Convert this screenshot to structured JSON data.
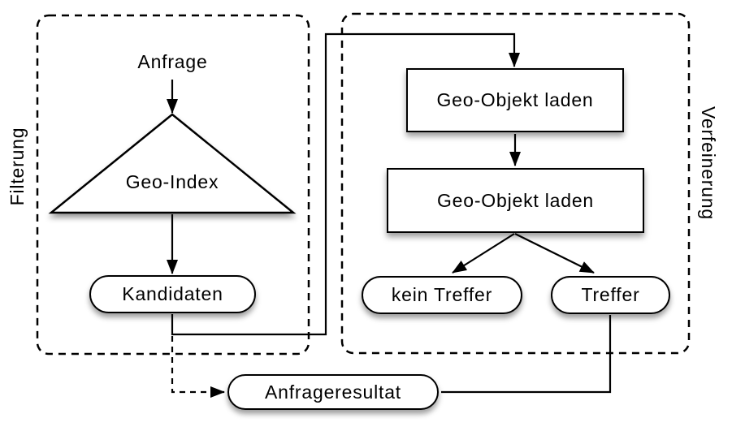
{
  "diagram": {
    "background": "#ffffff",
    "colors": {
      "stroke": "#000000",
      "fill": "#ffffff",
      "shadow": "rgba(0,0,0,0.38)"
    },
    "regions": [
      {
        "id": "filterung",
        "label": "Filterung",
        "border_style": "dashed"
      },
      {
        "id": "verfeinerung",
        "label": "Verfeinerung",
        "border_style": "dashed"
      }
    ],
    "nodes": [
      {
        "id": "anfrage",
        "type": "text",
        "label": "Anfrage"
      },
      {
        "id": "geo-index",
        "type": "triangle",
        "label": "Geo-Index"
      },
      {
        "id": "kandidaten",
        "type": "stadium",
        "label": "Kandidaten"
      },
      {
        "id": "geo-objekt-laden-1",
        "type": "process-rect",
        "label": "Geo-Objekt laden"
      },
      {
        "id": "geo-objekt-laden-2",
        "type": "process-rect",
        "label": "Geo-Objekt laden"
      },
      {
        "id": "kein-treffer",
        "type": "stadium",
        "label": "kein Treffer"
      },
      {
        "id": "treffer",
        "type": "stadium",
        "label": "Treffer"
      },
      {
        "id": "anfrageresultat",
        "type": "stadium",
        "label": "Anfrageresultat"
      }
    ],
    "edges": [
      {
        "from": "Anfrage",
        "to": "Geo-Index",
        "style": "solid",
        "arrow": true
      },
      {
        "from": "Geo-Index",
        "to": "Kandidaten",
        "style": "solid",
        "arrow": true
      },
      {
        "from": "Kandidaten",
        "to": "Geo-Objekt laden (1)",
        "style": "solid",
        "arrow": true
      },
      {
        "from": "Geo-Objekt laden (1)",
        "to": "Geo-Objekt laden (2)",
        "style": "solid",
        "arrow": true
      },
      {
        "from": "Geo-Objekt laden (2)",
        "to": "kein Treffer",
        "style": "solid",
        "arrow": true
      },
      {
        "from": "Geo-Objekt laden (2)",
        "to": "Treffer",
        "style": "solid",
        "arrow": true
      },
      {
        "from": "Treffer",
        "to": "Anfrageresultat",
        "style": "solid",
        "arrow": false
      },
      {
        "from": "Kandidaten",
        "to": "Anfrageresultat",
        "style": "dashed",
        "arrow": true
      }
    ]
  }
}
